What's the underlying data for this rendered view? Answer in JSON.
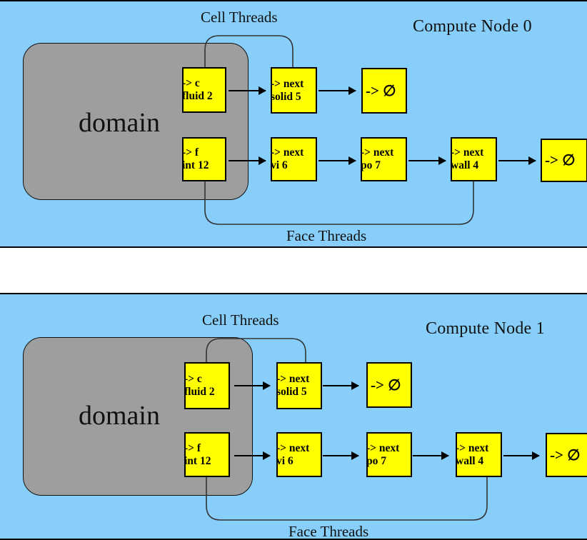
{
  "figure": {
    "background": "#87CEFA",
    "domain_color": "#9e9e9e",
    "node_color": "#FFFF00",
    "line_color": "#000000"
  },
  "panels": [
    {
      "id": "compute-node-0",
      "title": "Compute Node 0",
      "domain_label": "domain",
      "cell_threads_label": "Cell Threads",
      "face_threads_label": "Face Threads",
      "cell_row": [
        {
          "line1": "-> c",
          "line2": "fluid 2"
        },
        {
          "line1": "-> next",
          "line2": "solid 5"
        },
        {
          "line1": "-> ∅",
          "line2": ""
        }
      ],
      "face_row": [
        {
          "line1": "-> f",
          "line2": "int 12"
        },
        {
          "line1": "-> next",
          "line2": "vi 6"
        },
        {
          "line1": "-> next",
          "line2": "po 7"
        },
        {
          "line1": "-> next",
          "line2": "wall 4"
        },
        {
          "line1": "-> ∅",
          "line2": ""
        }
      ]
    },
    {
      "id": "compute-node-1",
      "title": "Compute Node 1",
      "domain_label": "domain",
      "cell_threads_label": "Cell Threads",
      "face_threads_label": "Face Threads",
      "cell_row": [
        {
          "line1": "-> c",
          "line2": "fluid 2"
        },
        {
          "line1": "-> next",
          "line2": "solid 5"
        },
        {
          "line1": "-> ∅",
          "line2": ""
        }
      ],
      "face_row": [
        {
          "line1": "-> f",
          "line2": "int 12"
        },
        {
          "line1": "-> next",
          "line2": "vi 6"
        },
        {
          "line1": "-> next",
          "line2": "po 7"
        },
        {
          "line1": "-> next",
          "line2": "wall 4"
        },
        {
          "line1": "-> ∅",
          "line2": ""
        }
      ]
    }
  ]
}
